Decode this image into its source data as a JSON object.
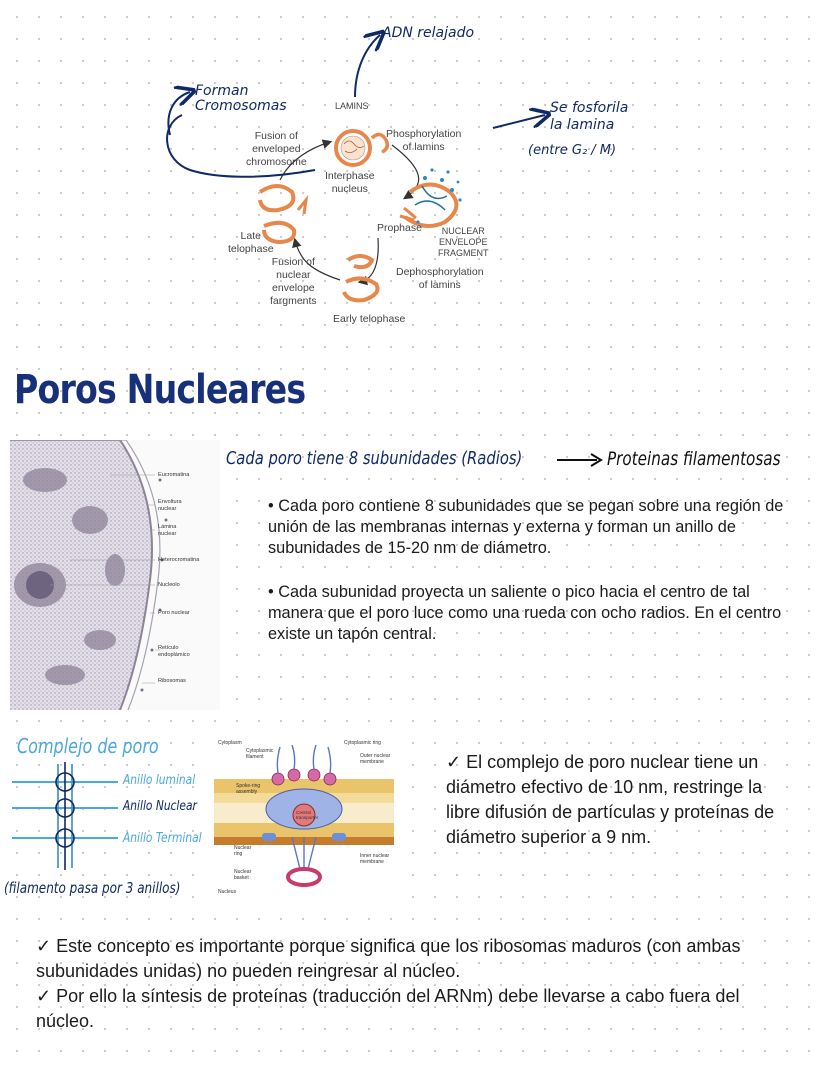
{
  "mitosis_diagram": {
    "labels": {
      "lamins": "LAMINS",
      "phosphorylation": "Phosphorylation\nof lamins",
      "interphase": "Interphase\nnucleus",
      "fusion_chromosome": "Fusion of\nenveloped\nchromosome",
      "prophase": "Prophase",
      "fragment": "NUCLEAR\nENVELOPE\nFRAGMENT",
      "late_telophase": "Late\ntelophase",
      "fusion_fragments": "Fusion of\nnuclear\nenvelope\nfargments",
      "dephosphorylation": "Dephosphorylation\nof lamins",
      "early_telophase": "Early telophase"
    },
    "notes": {
      "adn": "ADN relajado",
      "forman": "Forman\nCromosomas",
      "fosforila": "Se fosforila\nla lamina",
      "entre": "(entre G₂ / M)"
    }
  },
  "section_title": "Poros Nucleares",
  "cell_figure": {
    "labels": [
      "Eucromatina",
      "Envoltura\nnuclear",
      "Lámina\nnuclear",
      "Heterocromatina",
      "Nucleolo",
      "Poro nuclear",
      "Retículo\nendoplámico",
      "Ribosomas"
    ]
  },
  "subunits_note": {
    "left": "Cada poro tiene 8 subunidades (Radios)",
    "right": "Proteinas filamentosas"
  },
  "bullets": [
    "• Cada poro contiene 8 subunidades que se pegan sobre una región de unión de las membranas internas y externa y forman un anillo de subunidades de 15-20 nm de diámetro.",
    "• Cada subunidad proyecta un saliente o pico hacia el centro de tal manera que el poro luce como una rueda con ocho radios. En el centro existe un tapón central."
  ],
  "complex_sketch": {
    "title": "Complejo de poro",
    "rings": [
      "Anillo luminal",
      "Anillo Nuclear",
      "Anillo Terminal"
    ],
    "caption": "(filamento pasa por 3 anillos)"
  },
  "pore_figure": {
    "labels": {
      "cytoplasm": "Cytoplasm",
      "cyto_filament": "Cytoplasmic\nfilament",
      "cyto_ring": "Cytoplasmic ring",
      "outer_membrane": "Outer nuclear\nmembrane",
      "spoke": "Spoke-ring\nassembly",
      "central": "Central\ntransporter",
      "nuclear_ring": "Nuclear\nring",
      "inner_membrane": "Inner nuclear\nmembrane",
      "basket": "Nuclear\nbasket",
      "nucleus": "Nucleus"
    }
  },
  "complex_text": "✓ El complejo de poro nuclear tiene un diámetro efectivo de 10 nm, restringe la libre difusión de partículas y proteínas de diámetro superior a 9 nm.",
  "conclusions": [
    "✓ Este concepto es importante porque significa que los ribosomas maduros (con ambas subunidades unidas) no pueden reingresar al núcleo.",
    "✓ Por ello la síntesis de proteínas (traducción del ARNm) debe llevarse a cabo fuera del núcleo."
  ],
  "colors": {
    "ink": "#0f2a66",
    "title": "#16307a",
    "sketch_blue": "#4aa8e0",
    "envelope_orange": "#e8874a"
  }
}
